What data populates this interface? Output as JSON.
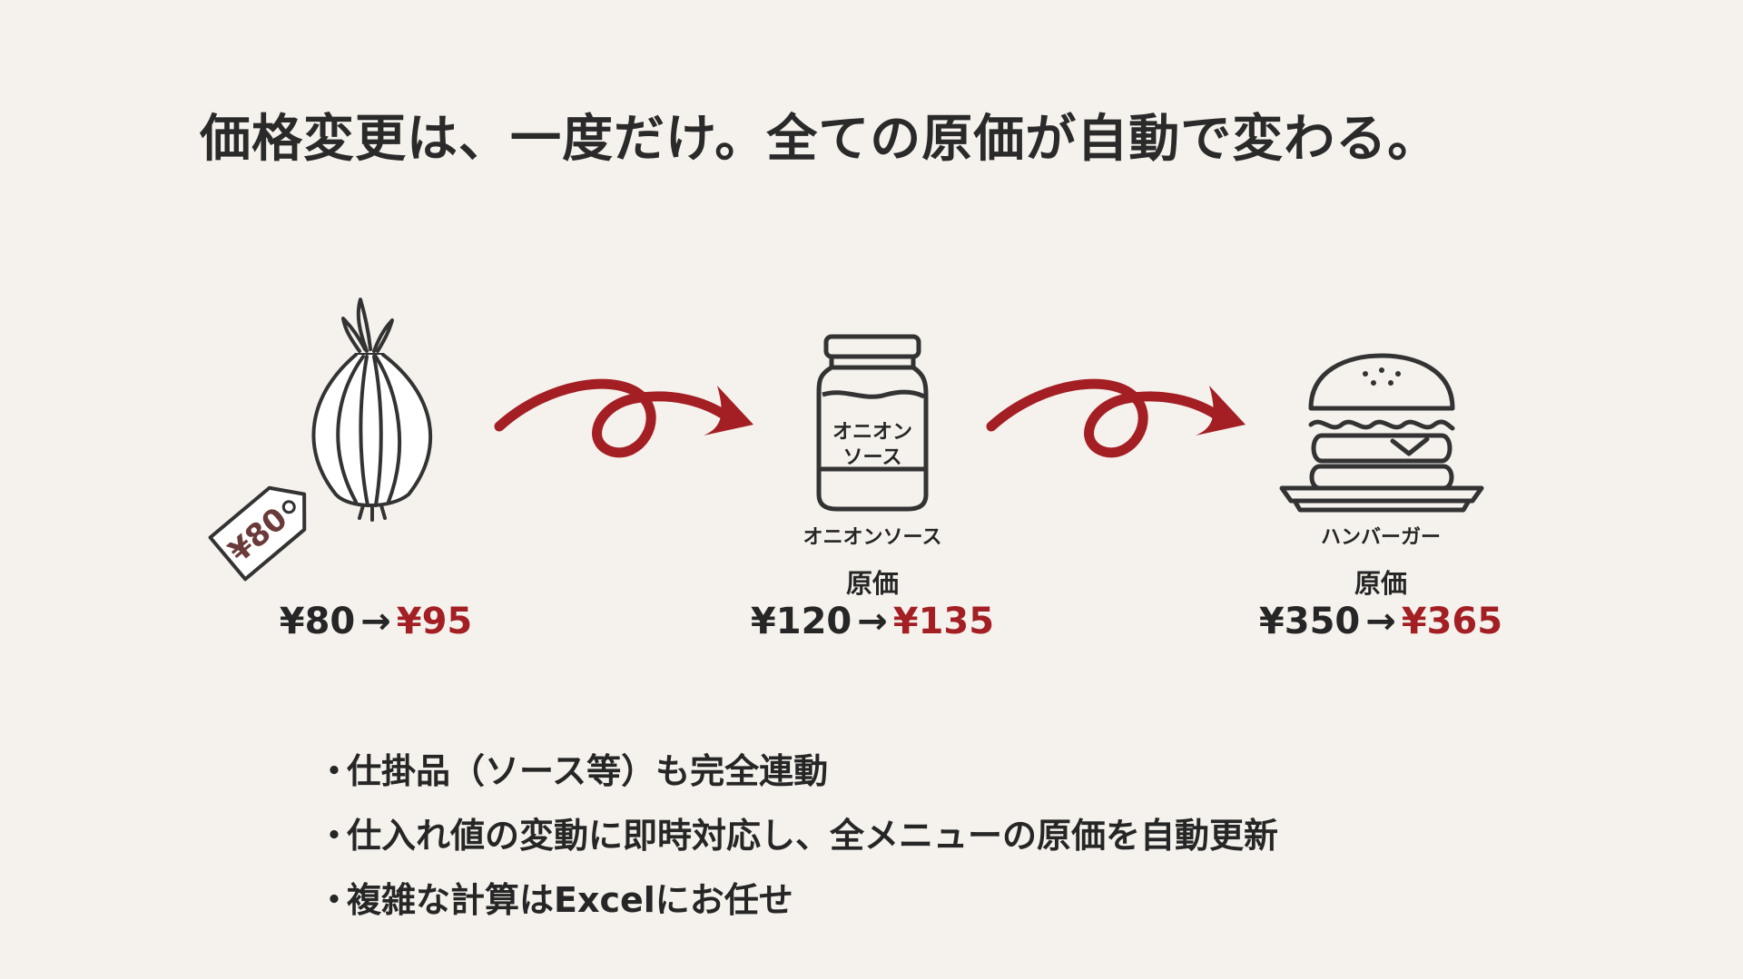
{
  "title": "価格変更は、一度だけ。全ての原価が自動で変わる。",
  "colors": {
    "accent": "#a31f24",
    "text": "#262626",
    "background": "#f5f2ed"
  },
  "items": [
    {
      "icon": "onion-icon",
      "tag": "¥80",
      "old_price": "¥80",
      "arrow": "→",
      "new_price": "¥95"
    },
    {
      "icon": "jar-icon",
      "jar_label_line1": "オニオン",
      "jar_label_line2": "ソース",
      "name": "オニオンソース",
      "cost_label": "原価",
      "old_price": "¥120",
      "arrow": "→",
      "new_price": "¥135"
    },
    {
      "icon": "burger-icon",
      "name": "ハンバーガー",
      "cost_label": "原価",
      "old_price": "¥350",
      "arrow": "→",
      "new_price": "¥365"
    }
  ],
  "bullets": [
    "仕掛品（ソース等）も完全連動",
    "仕入れ値の変動に即時対応し、全メニューの原価を自動更新",
    "複雑な計算はExcelにお任せ"
  ],
  "bullet_marker": "・"
}
